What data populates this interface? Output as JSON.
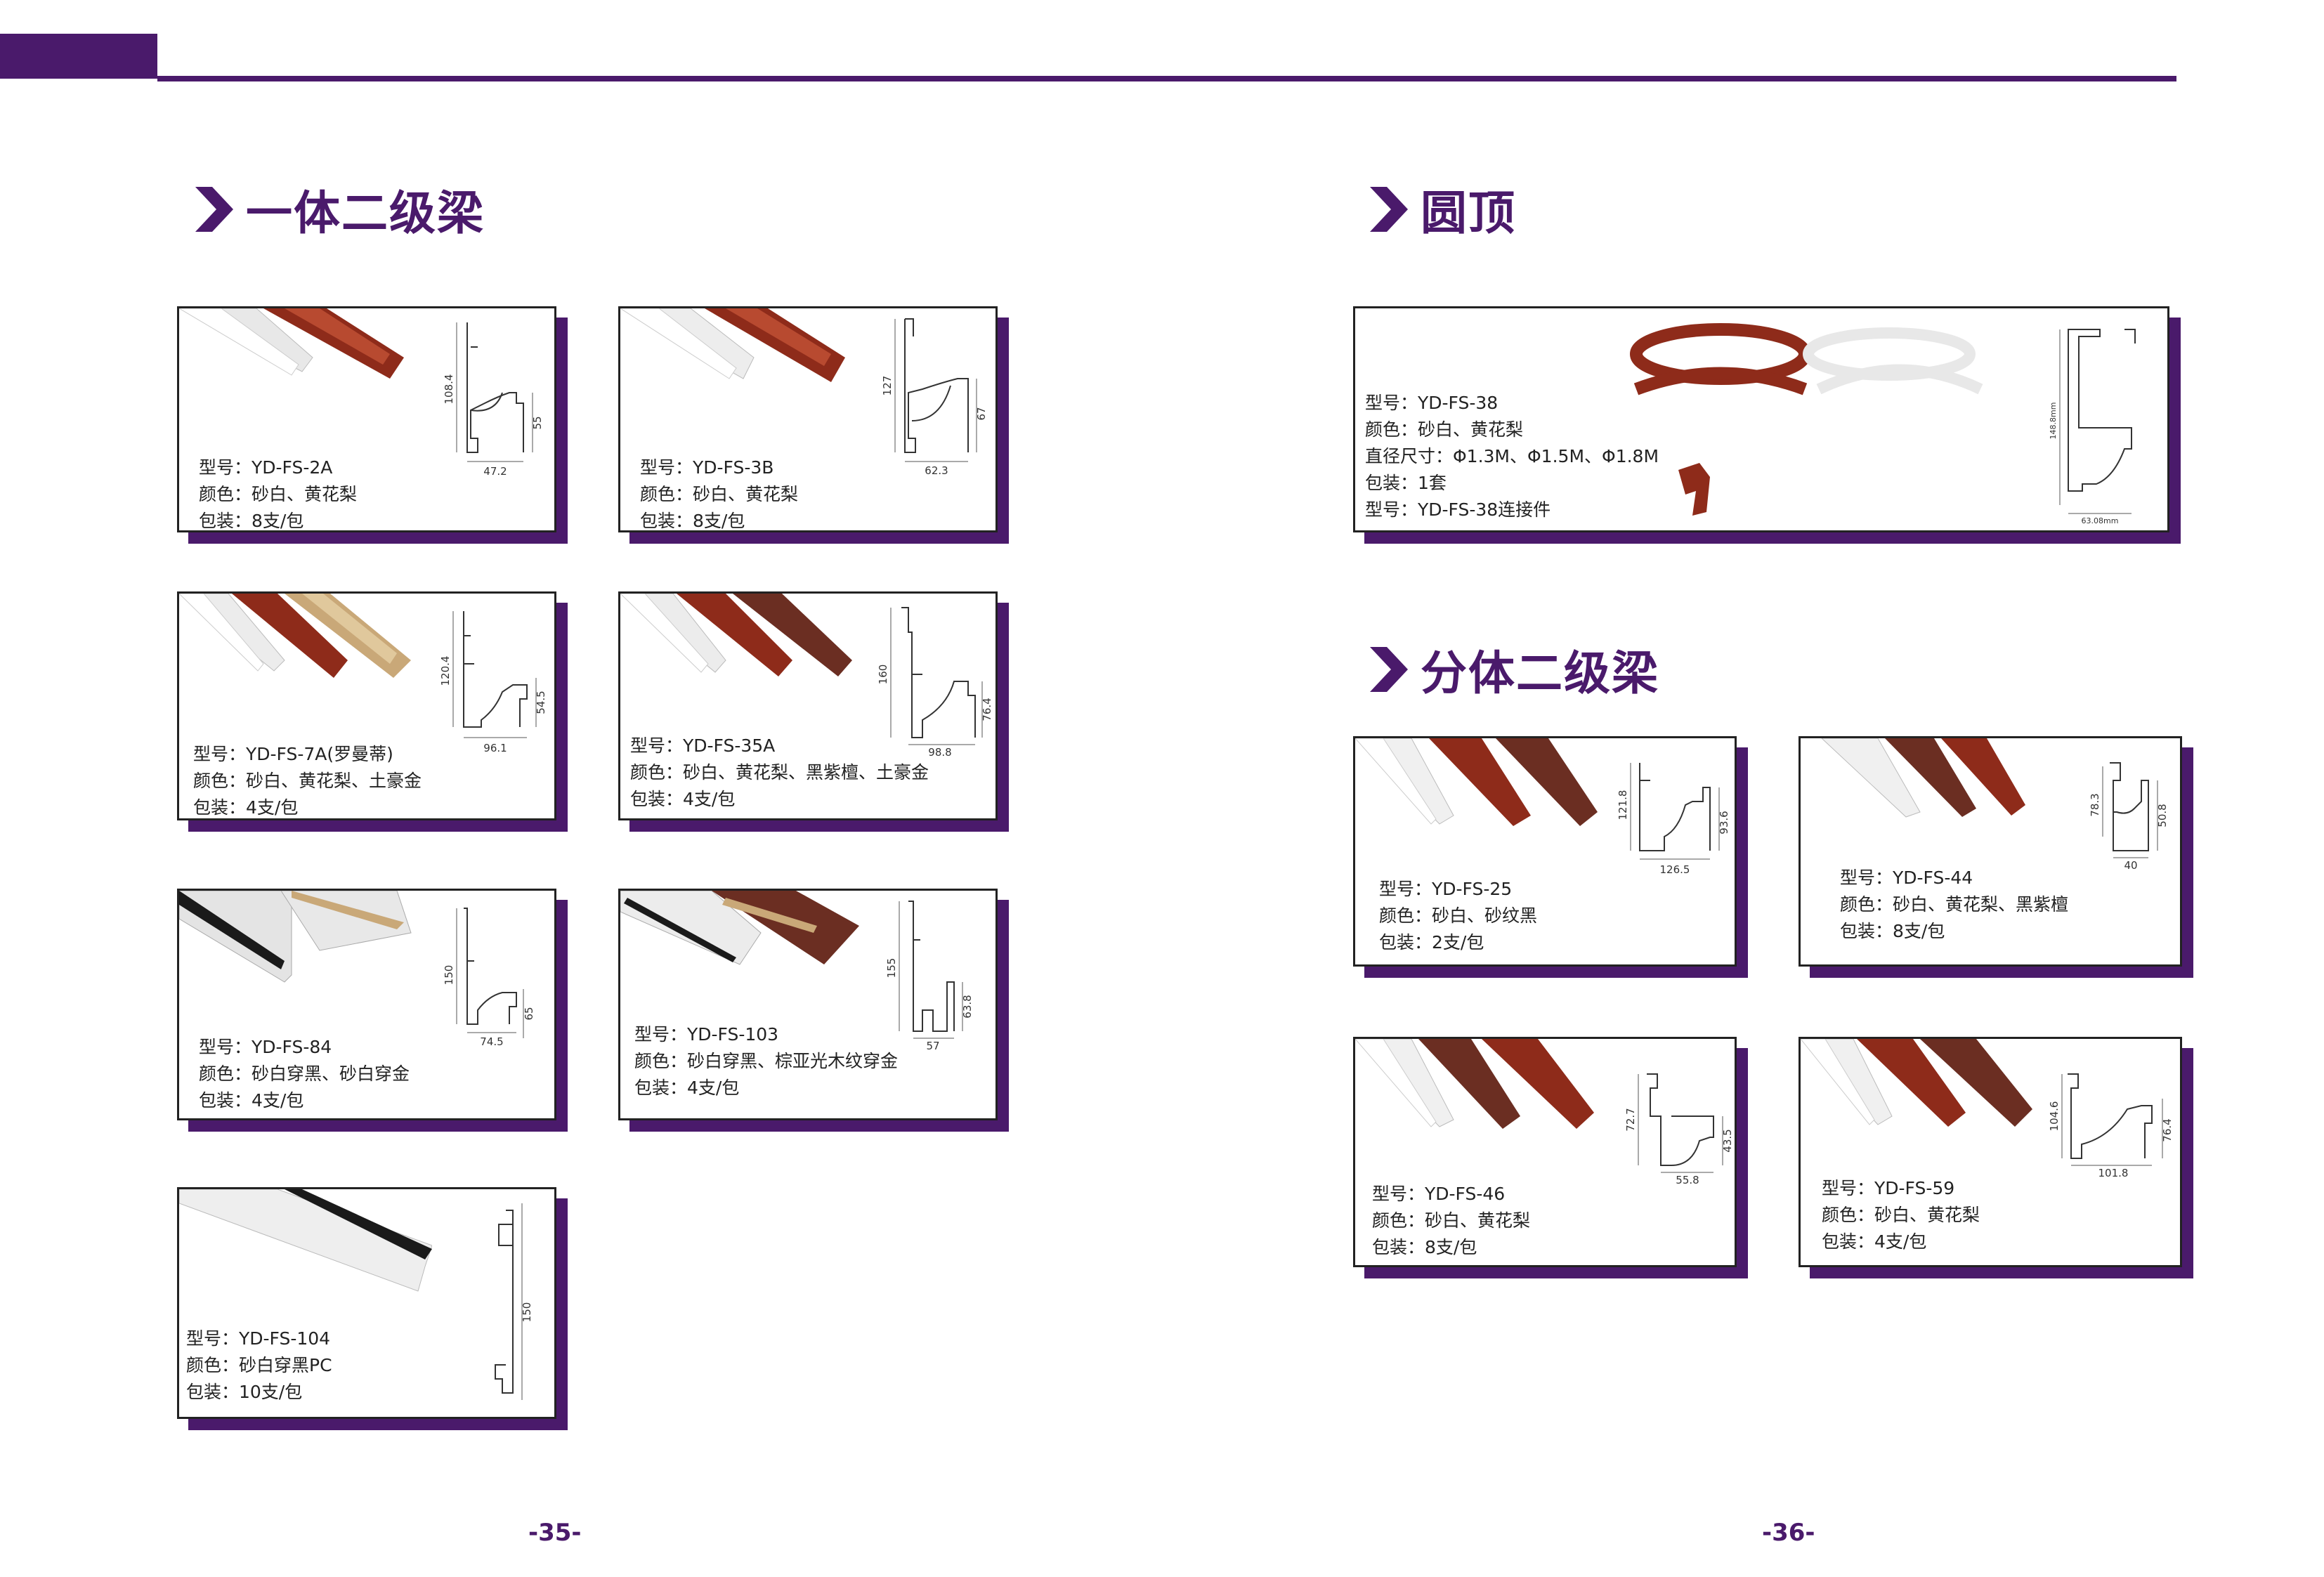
{
  "colors": {
    "accent": "#4a1a6b",
    "white": "#f2f2f2",
    "rosewood": "#8e2b1a",
    "darkwood": "#6b2e22",
    "gold": "#c9a878",
    "black": "#1a1a1a"
  },
  "sections": {
    "left": "一体二级梁",
    "dome": "圆顶",
    "split": "分体二级梁"
  },
  "products": {
    "fs2a": {
      "model": "型号：YD-FS-2A",
      "color": "颜色：砂白、黄花梨",
      "pack": "包装：8支/包",
      "dims": [
        "108.4",
        "55",
        "47.2"
      ]
    },
    "fs3b": {
      "model": "型号：YD-FS-3B",
      "color": "颜色：砂白、黄花梨",
      "pack": "包装：8支/包",
      "dims": [
        "127",
        "67",
        "62.3"
      ]
    },
    "fs7a": {
      "model": "型号：YD-FS-7A(罗曼蒂)",
      "color": "颜色：砂白、黄花梨、土豪金",
      "pack": "包装：4支/包",
      "dims": [
        "120.4",
        "54.5",
        "96.1"
      ]
    },
    "fs35a": {
      "model": "型号：YD-FS-35A",
      "color": "颜色：砂白、黄花梨、黑紫檀、土豪金",
      "pack": "包装：4支/包",
      "dims": [
        "160",
        "76.4",
        "98.8"
      ]
    },
    "fs84": {
      "model": "型号：YD-FS-84",
      "color": "颜色：砂白穿黑、砂白穿金",
      "pack": "包装：4支/包",
      "dims": [
        "150",
        "65",
        "74.5"
      ]
    },
    "fs103": {
      "model": "型号：YD-FS-103",
      "color": "颜色：砂白穿黑、棕亚光木纹穿金",
      "pack": "包装：4支/包",
      "dims": [
        "155",
        "63.8",
        "57"
      ]
    },
    "fs104": {
      "model": "型号：YD-FS-104",
      "color": "颜色：砂白穿黑PC",
      "pack": "包装：10支/包",
      "dims": [
        "150"
      ]
    },
    "fs38": {
      "model": "型号：YD-FS-38",
      "color": "颜色：砂白、黄花梨",
      "diameter": "直径尺寸：Φ1.3M、Φ1.5M、Φ1.8M",
      "pack": "包装：1套",
      "connector": "型号：YD-FS-38连接件",
      "dims": [
        "148.8mm",
        "63.08mm"
      ]
    },
    "fs25": {
      "model": "型号：YD-FS-25",
      "color": "颜色：砂白、砂纹黑",
      "pack": "包装：2支/包",
      "dims": [
        "121.8",
        "93.6",
        "126.5"
      ]
    },
    "fs44": {
      "model": "型号：YD-FS-44",
      "color": "颜色：砂白、黄花梨、黑紫檀",
      "pack": "包装：8支/包",
      "dims": [
        "78.3",
        "50.8",
        "40"
      ]
    },
    "fs46": {
      "model": "型号：YD-FS-46",
      "color": "颜色：砂白、黄花梨",
      "pack": "包装：8支/包",
      "dims": [
        "72.7",
        "43.5",
        "55.8"
      ]
    },
    "fs59": {
      "model": "型号：YD-FS-59",
      "color": "颜色：砂白、黄花梨",
      "pack": "包装：4支/包",
      "dims": [
        "104.6",
        "76.4",
        "101.8"
      ]
    }
  },
  "pages": {
    "left": "-35-",
    "right": "-36-"
  }
}
